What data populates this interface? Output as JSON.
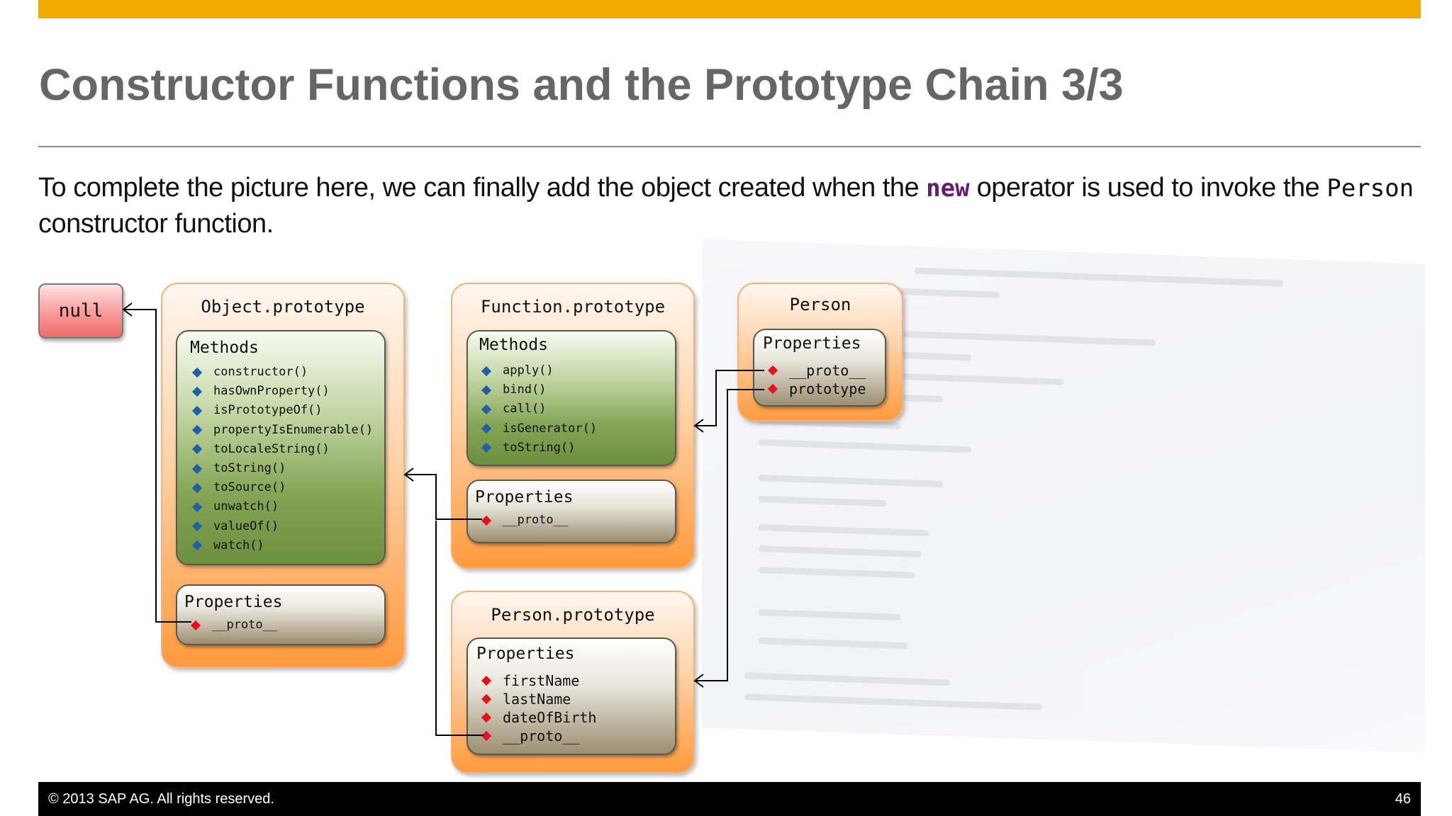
{
  "slide": {
    "title": "Constructor Functions and the Prototype Chain 3/3",
    "intro": {
      "part1": "To complete the picture here, we can finally add the object created when the ",
      "keyword": "new",
      "part2": " operator is used to invoke the ",
      "code_name": "Person",
      "part3": " constructor function."
    }
  },
  "diagram": {
    "null_label": "null",
    "object_prototype": {
      "title": "Object.prototype",
      "methods_heading": "Methods",
      "methods": [
        "constructor()",
        "hasOwnProperty()",
        "isPrototypeOf()",
        "propertyIsEnumerable()",
        "toLocaleString()",
        "toString()",
        "toSource()",
        "unwatch()",
        "valueOf()",
        "watch()"
      ],
      "properties_heading": "Properties",
      "properties": [
        "__proto__"
      ]
    },
    "function_prototype": {
      "title": "Function.prototype",
      "methods_heading": "Methods",
      "methods": [
        "apply()",
        "bind()",
        "call()",
        "isGenerator()",
        "toString()"
      ],
      "properties_heading": "Properties",
      "properties": [
        "__proto__"
      ]
    },
    "person": {
      "title": "Person",
      "properties_heading": "Properties",
      "properties": [
        "__proto__",
        "prototype"
      ]
    },
    "person_prototype": {
      "title": "Person.prototype",
      "properties_heading": "Properties",
      "properties": [
        "firstName",
        "lastName",
        "dateOfBirth",
        "__proto__"
      ]
    },
    "colors": {
      "method_bullet": "#1f5fa8",
      "property_bullet": "#e8101b",
      "accent_bar": "#f0ab00"
    }
  },
  "footer": {
    "copyright": "©  2013 SAP AG. All rights reserved.",
    "page_number": "46"
  }
}
